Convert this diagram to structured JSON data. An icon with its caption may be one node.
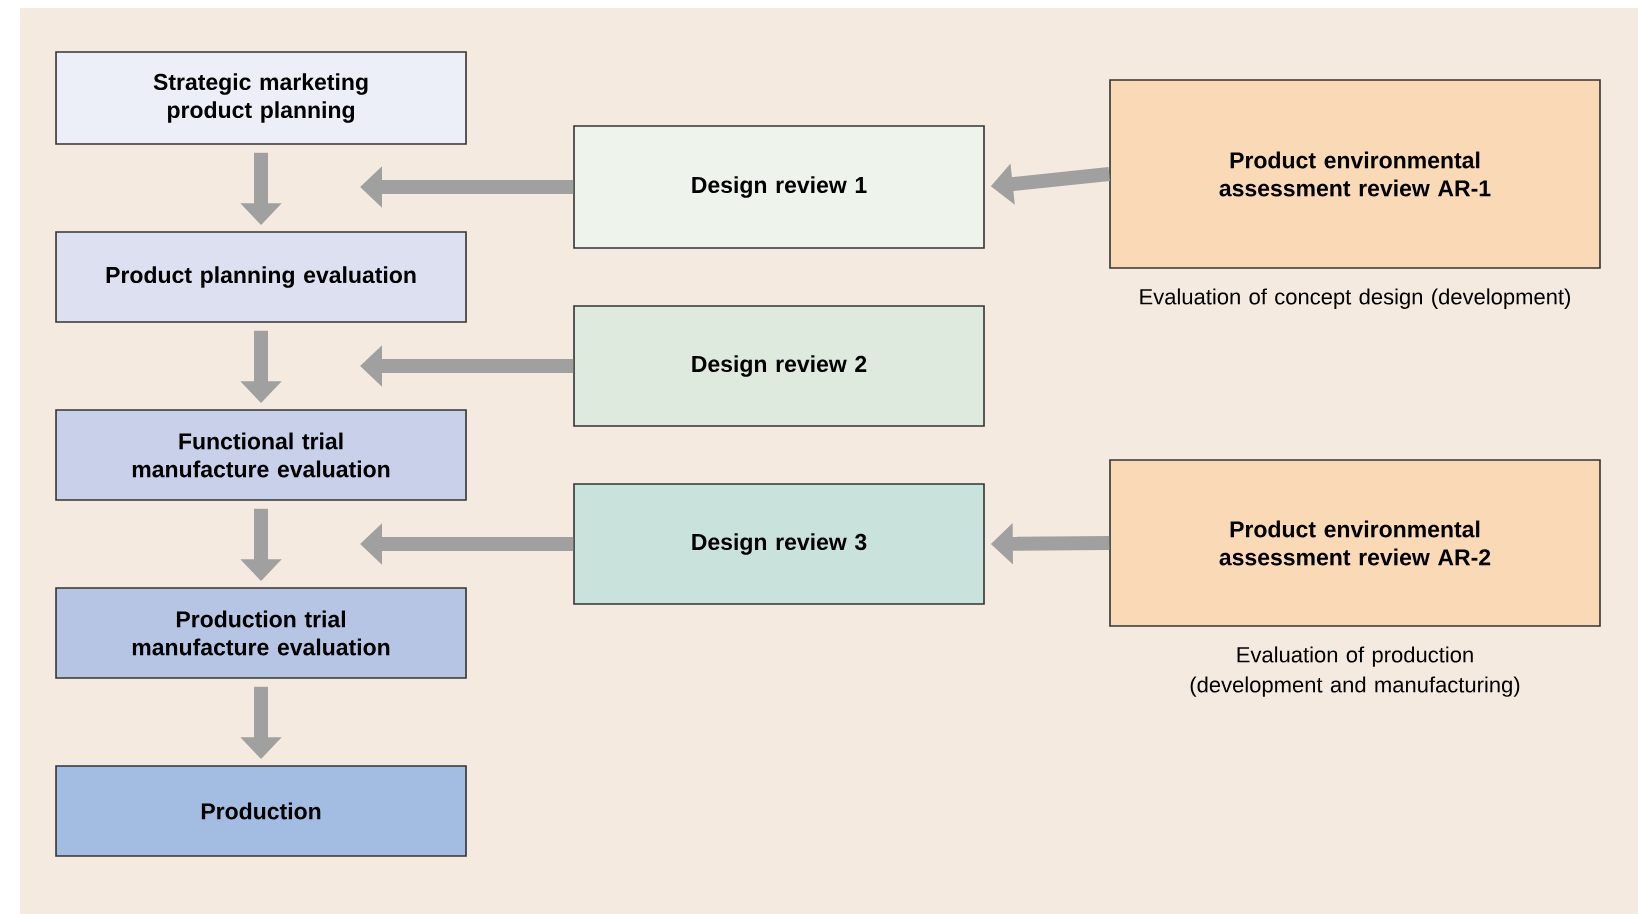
{
  "diagram": {
    "nodes": [
      {
        "text": [
          "Strategic marketing product planning"
        ]
      },
      {
        "text": [
          "Product planning evaluation"
        ]
      },
      {
        "text": [
          "Functional trial manufacture evaluation"
        ]
      },
      {
        "text": [
          "Production trial manufacture evaluation"
        ]
      },
      {
        "text": [
          "Production"
        ]
      },
      {
        "text": [
          "Design review 1"
        ]
      },
      {
        "text": [
          "Design review 2"
        ]
      },
      {
        "text": [
          "Design review 3"
        ]
      },
      {
        "text": [
          "Product environmental assessment review AR-1"
        ],
        "beside": [
          "Evaluation of concept design (development)"
        ]
      },
      {
        "text": [
          "Product environmental assessment review AR-2"
        ],
        "beside": [
          "Evaluation of production (development and manufacturing)"
        ]
      }
    ],
    "edges": [
      {
        "from": 0,
        "to": 1,
        "arrow": "to"
      },
      {
        "from": 1,
        "to": 2,
        "arrow": "to"
      },
      {
        "from": 2,
        "to": 3,
        "arrow": "to"
      },
      {
        "from": 3,
        "to": 4,
        "arrow": "to"
      },
      {
        "from": 5,
        "to": null,
        "arrow": "to"
      },
      {
        "from": 6,
        "to": null,
        "arrow": "to"
      },
      {
        "from": 7,
        "to": null,
        "arrow": "to"
      },
      {
        "from": 8,
        "to": 5,
        "arrow": "to"
      },
      {
        "from": 9,
        "to": 7,
        "arrow": "to"
      }
    ]
  }
}
